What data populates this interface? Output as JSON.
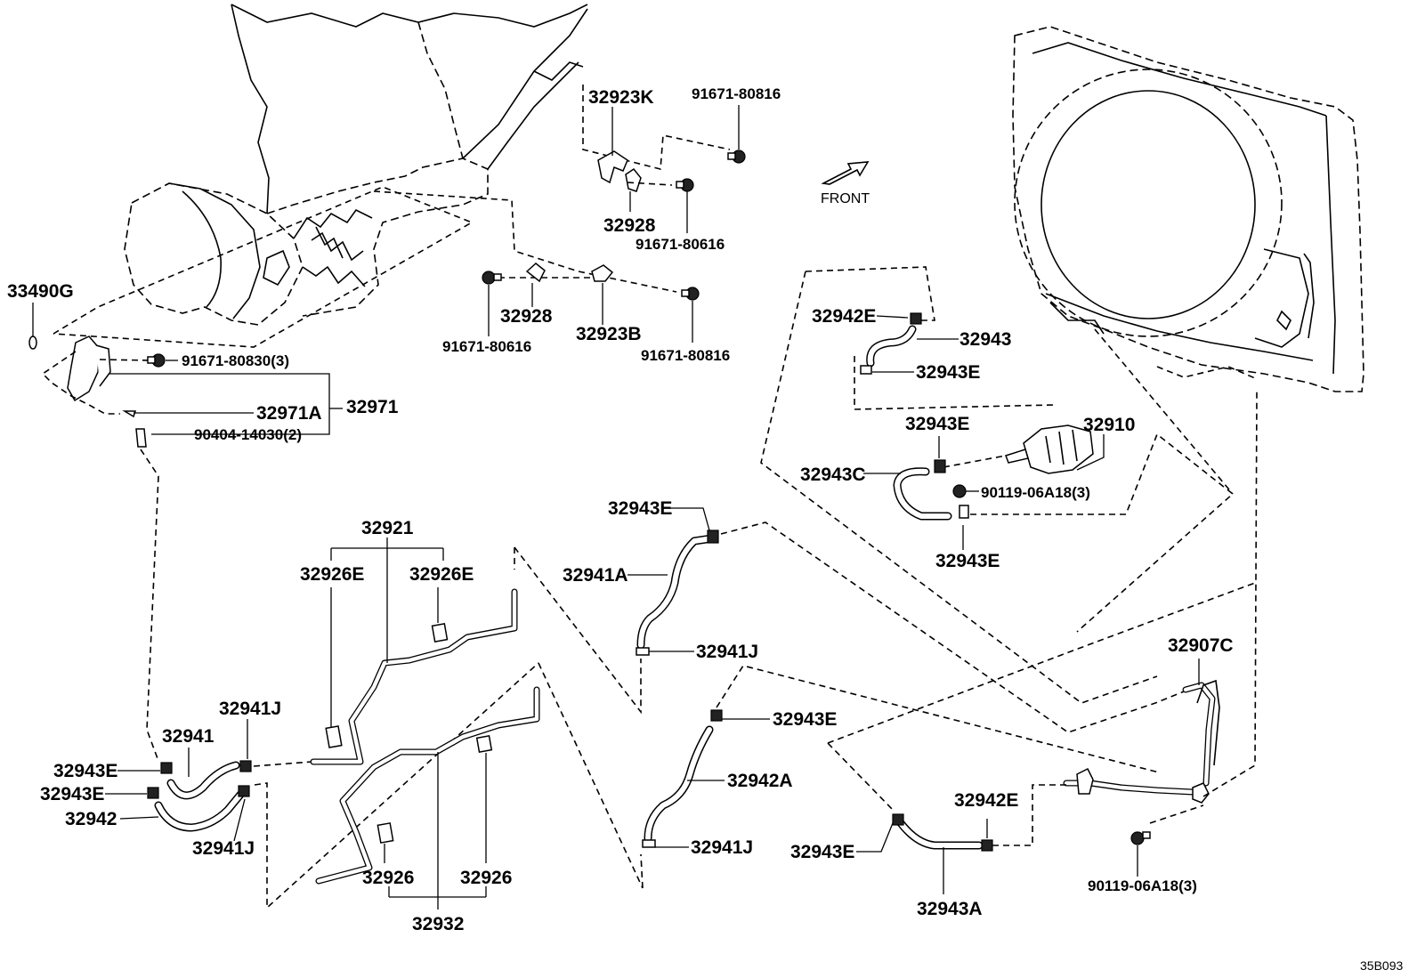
{
  "diagram_code": "35B093",
  "front_label": "FRONT",
  "labels": {
    "l_33490G": "33490G",
    "l_91671_80830_3": "91671-80830(3)",
    "l_32971A": "32971A",
    "l_32971": "32971",
    "l_90404_14030_2": "90404-14030(2)",
    "l_32923K": "32923K",
    "l_91671_80816_top": "91671-80816",
    "l_32928_top": "32928",
    "l_91671_80616_top": "91671-80616",
    "l_32928_mid": "32928",
    "l_91671_80616_mid": "91671-80616",
    "l_32923B": "32923B",
    "l_91671_80816_mid": "91671-80816",
    "l_32942E_top": "32942E",
    "l_32943": "32943",
    "l_32943E_a": "32943E",
    "l_32943E_b": "32943E",
    "l_32910": "32910",
    "l_32943C": "32943C",
    "l_90119_06A18_3_top": "90119-06A18(3)",
    "l_32943E_c": "32943E",
    "l_32921": "32921",
    "l_32926E_left": "32926E",
    "l_32926E_right": "32926E",
    "l_32943E_d": "32943E",
    "l_32941A": "32941A",
    "l_32941J_a": "32941J",
    "l_32907C": "32907C",
    "l_32941J_b": "32941J",
    "l_32941": "32941",
    "l_32943E_e": "32943E",
    "l_32943E_f": "32943E",
    "l_32942": "32942",
    "l_32941J_c": "32941J",
    "l_32943E_g": "32943E",
    "l_32942A": "32942A",
    "l_32941J_d": "32941J",
    "l_32942E_bot": "32942E",
    "l_32943E_h": "32943E",
    "l_32943A": "32943A",
    "l_90119_06A18_3_bot": "90119-06A18(3)",
    "l_32926_left": "32926",
    "l_32926_right": "32926",
    "l_32932": "32932"
  }
}
